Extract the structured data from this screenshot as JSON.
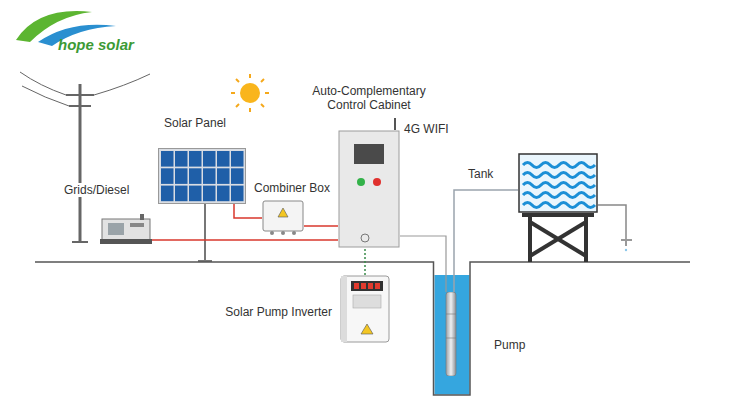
{
  "diagram": {
    "nodes": [
      {
        "text": [
          "Solar Panel"
        ]
      },
      {
        "text": [
          "Auto-Complementary Control Cabinet",
          "4G WIFI"
        ]
      },
      {
        "text": [
          "Grids/Diesel"
        ]
      },
      {
        "text": [
          "Combiner Box"
        ]
      },
      {
        "text": [
          "Tank"
        ]
      },
      {
        "text": [
          "Solar Pump Inverter"
        ]
      },
      {
        "text": [
          "Pump"
        ]
      }
    ],
    "edges": [
      {
        "from": 2,
        "to": 1,
        "arrow": "none"
      },
      {
        "from": 0,
        "to": 3,
        "arrow": "none"
      },
      {
        "from": 3,
        "to": 1,
        "arrow": "none"
      },
      {
        "from": 5,
        "to": 1,
        "arrow": "none"
      },
      {
        "from": 1,
        "to": 6,
        "arrow": "none"
      },
      {
        "from": 6,
        "to": 4,
        "arrow": "none"
      }
    ],
    "labels": [
      "hope solar"
    ]
  }
}
